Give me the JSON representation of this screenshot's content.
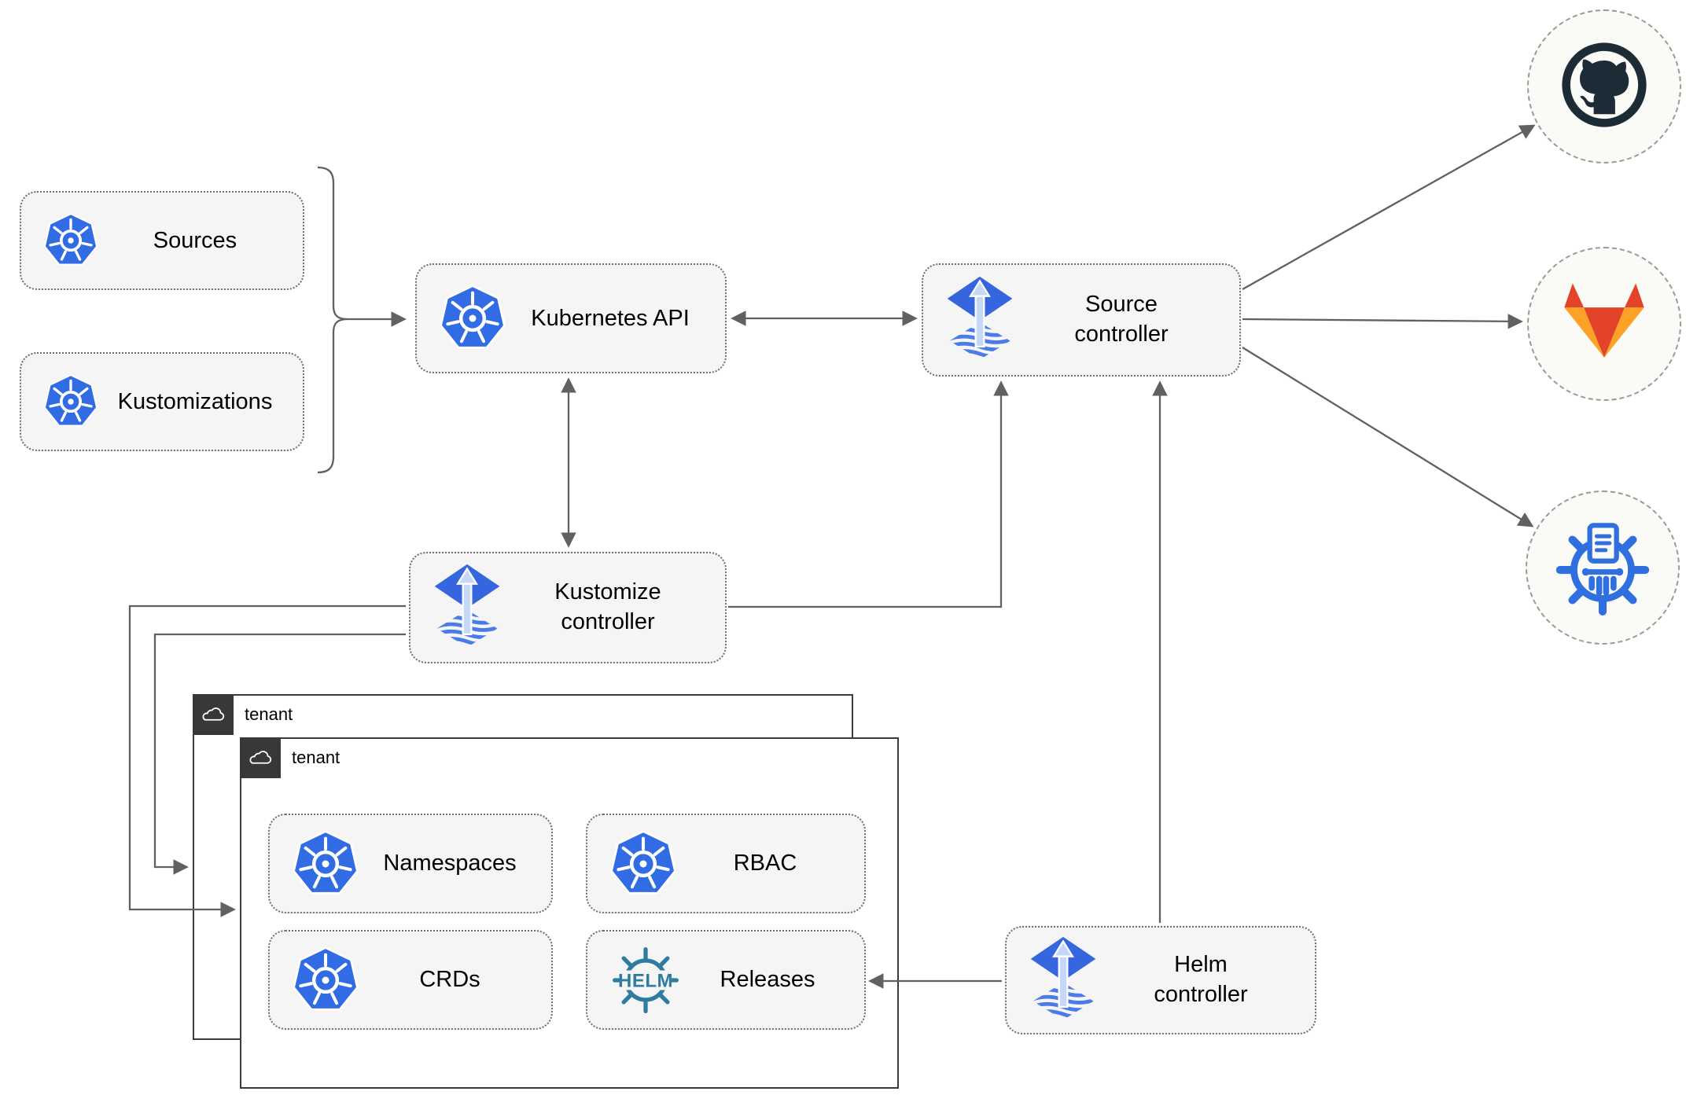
{
  "nodes": {
    "sources": {
      "label": "Sources"
    },
    "kustomizations": {
      "label": "Kustomizations"
    },
    "kubernetes_api": {
      "label": "Kubernetes API"
    },
    "source_controller": {
      "label": "Source\ncontroller"
    },
    "kustomize_controller": {
      "label": "Kustomize\ncontroller"
    },
    "helm_controller": {
      "label": "Helm\ncontroller"
    },
    "namespaces": {
      "label": "Namespaces"
    },
    "rbac": {
      "label": "RBAC"
    },
    "crds": {
      "label": "CRDs"
    },
    "releases": {
      "label": "Releases"
    },
    "tenant_back": {
      "label": "tenant"
    },
    "tenant_front": {
      "label": "tenant"
    }
  },
  "logos": {
    "helm_text": "HELM",
    "github": "github-octocat",
    "gitlab": "gitlab-tanuki",
    "chartmuseum": "chartmuseum-wheel",
    "kubernetes": "kubernetes-wheel",
    "flux": "flux-arrow-diamond",
    "cloud": "cloud-outline"
  },
  "colors": {
    "kubernetes_blue": "#326CE5",
    "flux_blue": "#3566DE",
    "helm_teal": "#2E7C9F",
    "gitlab_red": "#E24329",
    "gitlab_orange": "#FCA326",
    "github_dark": "#1D2B36",
    "chartmuseum_blue": "#2F6FE0",
    "edge_gray": "#616161",
    "node_fill": "#F5F5F5",
    "tenant_header_bg": "#383838"
  }
}
